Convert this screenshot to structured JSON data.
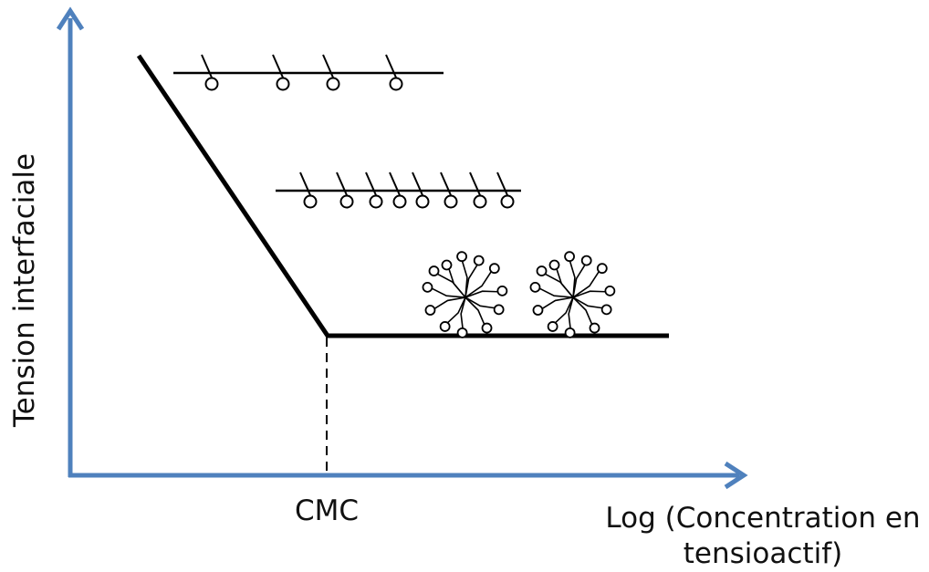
{
  "diagram": {
    "y_axis_label": "Tension interfaciale",
    "x_axis_label_line1": "Log (Concentration en",
    "x_axis_label_line2": "tensioactif)",
    "cmc_label": "CMC",
    "surfactant_rows": [
      {
        "name": "dilute-monolayer",
        "molecule_count": 4
      },
      {
        "name": "dense-monolayer",
        "molecule_count": 8
      }
    ],
    "micelle_count": 2,
    "colors": {
      "axis": "#4f81bd",
      "curve": "#000000",
      "text": "#111111"
    }
  }
}
